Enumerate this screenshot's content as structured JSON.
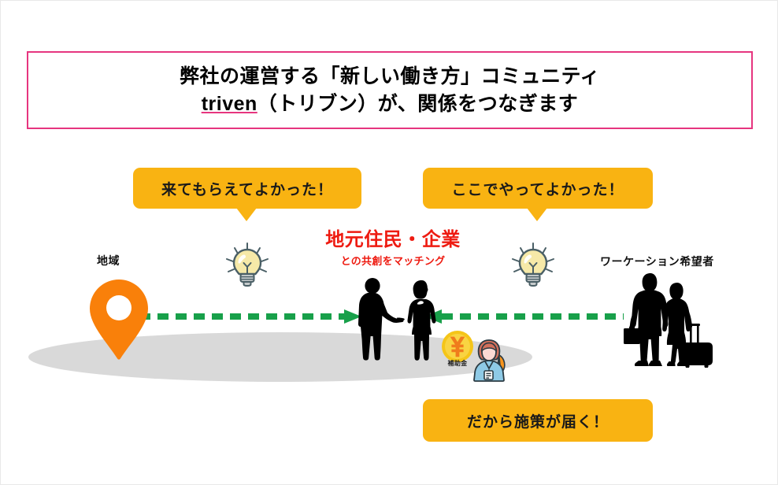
{
  "slide": {
    "background_color": "#ffffff",
    "accent_pink": "#e6357f",
    "accent_yellow": "#f9b312",
    "accent_red": "#ee1b11",
    "accent_green": "#18a04a",
    "accent_orange": "#f77f00"
  },
  "title": {
    "line1": "弊社の運営する「新しい働き方」コミュニティ",
    "line2_prefix": "triven",
    "line2_suffix": "（トリブン）が、関係をつなぎます"
  },
  "callouts": {
    "left": "来てもらえてよかった！",
    "right": "ここでやってよかった！",
    "bottom": "だから施策が届く！"
  },
  "labels": {
    "region": "地域",
    "worker": "ワーケーション希望者",
    "subsidy": "補助金"
  },
  "center": {
    "heading": "地元住民・企業",
    "subheading": "との共創をマッチング"
  },
  "icons": {
    "map_pin": "map-pin-icon",
    "bulb_left": "lightbulb-icon",
    "bulb_right": "lightbulb-icon",
    "coin": "yen-coin-icon",
    "officer": "government-officer-icon",
    "silhouettes": "people-silhouette-pair",
    "travelers": "traveler-couple-silhouette",
    "arrow_left": "dashed-arrow-right",
    "arrow_right": "dashed-arrow-left"
  }
}
